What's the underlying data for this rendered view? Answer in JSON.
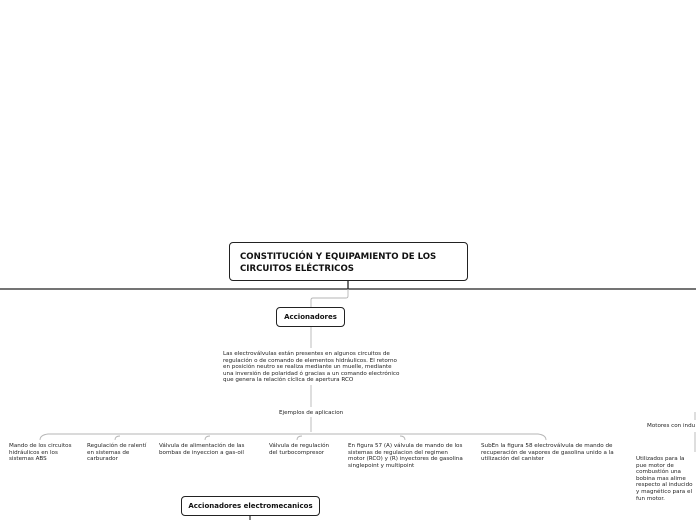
{
  "root": {
    "title": "CONSTITUCIÓN Y EQUIPAMIENTO DE LOS CIRCUITOS ELÉCTRICOS"
  },
  "accionadores": {
    "title": "Accionadores",
    "description": "Las electroválvulas están presentes en algunos circuitos de regulación o de comando de elementos hidráulicos. El retorno en posición neutro se realiza mediante un muelle, mediante una inversión de polaridad ó gracias a un comando electrónico que genera la relación cíclica de apertura RCO",
    "examples_label": "Ejemplos de aplicacion",
    "examples": [
      "Mando de los circuitos hidráulicos en los sistemas ABS",
      "Regulación de ralentí en sistemas de carburador",
      "Válvula de alimentación de las bombas de inyeccion a gas-oil",
      "Válvula de regulación del turbocompresor",
      "En figura 57 (A) válvula de mando de los sistemas de regulacion del regimen motor (RCO) y (R) inyectores de gasolina singlepoint y multipoint",
      "SubEn la figura 58 electroválvula de mando de recuperación de vapores de gasolina unido a la utilización del canister"
    ]
  },
  "accionadores_electromecanicos": {
    "title": "Accionadores electromecanicos"
  },
  "motores": {
    "label": "Motores con indu",
    "description": "Utilizados para la pue motor de combustión una bobina mas alime respecto al inducido y magnético para el fun motor."
  }
}
